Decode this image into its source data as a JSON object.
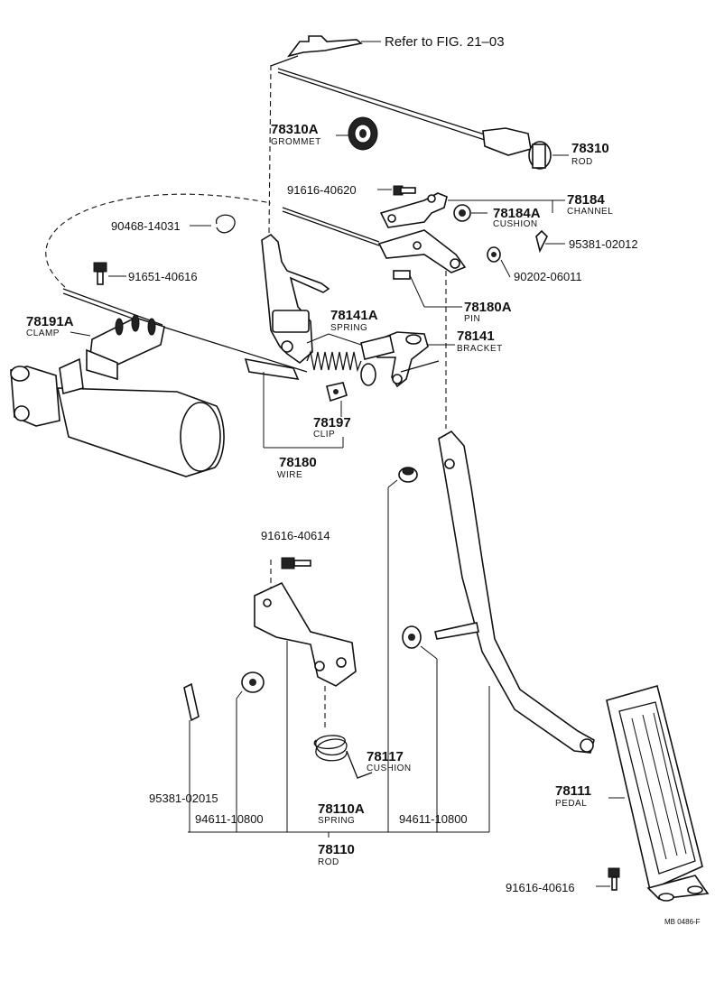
{
  "reference": "Refer to FIG. 21–03",
  "drawing_code": "MB 0486-F",
  "parts": [
    {
      "id": "rod",
      "number": "78310",
      "name": "ROD"
    },
    {
      "id": "grommet",
      "number": "78310A",
      "name": "GROMMET"
    },
    {
      "id": "channel",
      "number": "78184",
      "name": "CHANNEL"
    },
    {
      "id": "cushion-top",
      "number": "78184A",
      "name": "CUSHION"
    },
    {
      "id": "pin",
      "number": "78180A",
      "name": "PIN"
    },
    {
      "id": "bracket",
      "number": "78141",
      "name": "BRACKET"
    },
    {
      "id": "spring-top",
      "number": "78141A",
      "name": "SPRING"
    },
    {
      "id": "clamp",
      "number": "78191A",
      "name": "CLAMP"
    },
    {
      "id": "clip",
      "number": "78197",
      "name": "CLIP"
    },
    {
      "id": "wire",
      "number": "78180",
      "name": "WIRE"
    },
    {
      "id": "cushion",
      "number": "78117",
      "name": "CUSHION"
    },
    {
      "id": "spring",
      "number": "78110A",
      "name": "SPRING"
    },
    {
      "id": "rod-assy",
      "number": "78110",
      "name": "ROD"
    },
    {
      "id": "pedal",
      "number": "78111",
      "name": "PEDAL"
    }
  ],
  "fasteners": [
    {
      "id": "bolt-a",
      "number": "91616-40620"
    },
    {
      "id": "ring-a",
      "number": "90468-14031"
    },
    {
      "id": "pin-a",
      "number": "95381-02012"
    },
    {
      "id": "bolt-b",
      "number": "91651-40616"
    },
    {
      "id": "washer-a",
      "number": "90202-06011"
    },
    {
      "id": "bolt-c",
      "number": "91616-40614"
    },
    {
      "id": "pin-b",
      "number": "95381-02015"
    },
    {
      "id": "washer-b",
      "number": "94611-10800"
    },
    {
      "id": "washer-c",
      "number": "94611-10800"
    },
    {
      "id": "bolt-d",
      "number": "91616-40616"
    }
  ]
}
